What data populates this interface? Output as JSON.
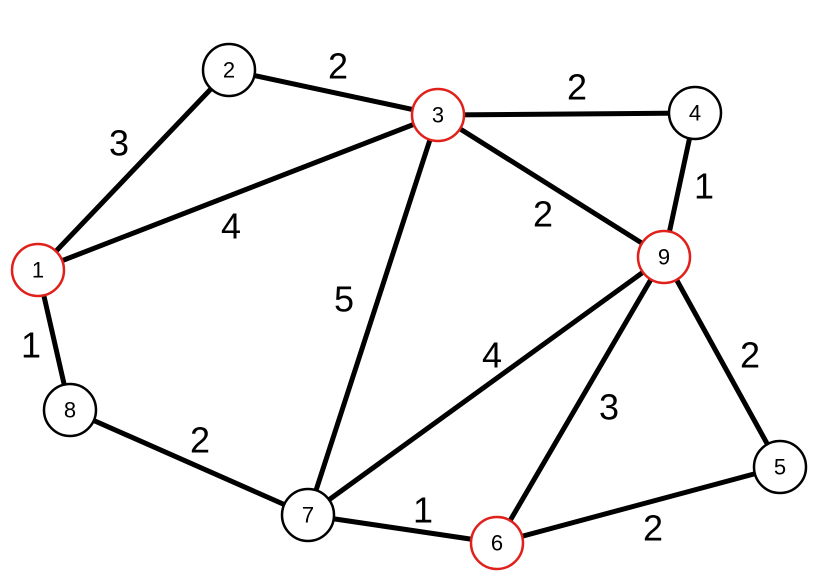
{
  "graph": {
    "nodes": [
      {
        "id": "1",
        "label": "1",
        "highlighted": true
      },
      {
        "id": "2",
        "label": "2",
        "highlighted": false
      },
      {
        "id": "3",
        "label": "3",
        "highlighted": true
      },
      {
        "id": "4",
        "label": "4",
        "highlighted": false
      },
      {
        "id": "5",
        "label": "5",
        "highlighted": false
      },
      {
        "id": "6",
        "label": "6",
        "highlighted": true
      },
      {
        "id": "7",
        "label": "7",
        "highlighted": false
      },
      {
        "id": "8",
        "label": "8",
        "highlighted": false
      },
      {
        "id": "9",
        "label": "9",
        "highlighted": true
      }
    ],
    "edges": [
      {
        "from": "1",
        "to": "2",
        "weight": "3"
      },
      {
        "from": "2",
        "to": "3",
        "weight": "2"
      },
      {
        "from": "1",
        "to": "3",
        "weight": "4"
      },
      {
        "from": "3",
        "to": "4",
        "weight": "2"
      },
      {
        "from": "3",
        "to": "9",
        "weight": "2"
      },
      {
        "from": "4",
        "to": "9",
        "weight": "1"
      },
      {
        "from": "3",
        "to": "7",
        "weight": "5"
      },
      {
        "from": "9",
        "to": "7",
        "weight": "4"
      },
      {
        "from": "9",
        "to": "6",
        "weight": "3"
      },
      {
        "from": "9",
        "to": "5",
        "weight": "2"
      },
      {
        "from": "1",
        "to": "8",
        "weight": "1"
      },
      {
        "from": "8",
        "to": "7",
        "weight": "2"
      },
      {
        "from": "7",
        "to": "6",
        "weight": "1"
      },
      {
        "from": "6",
        "to": "5",
        "weight": "2"
      }
    ]
  },
  "colors": {
    "highlight_stroke": "#e0201b",
    "normal_stroke": "#000000",
    "edge": "#000000",
    "node_fill": "#ffffff"
  }
}
